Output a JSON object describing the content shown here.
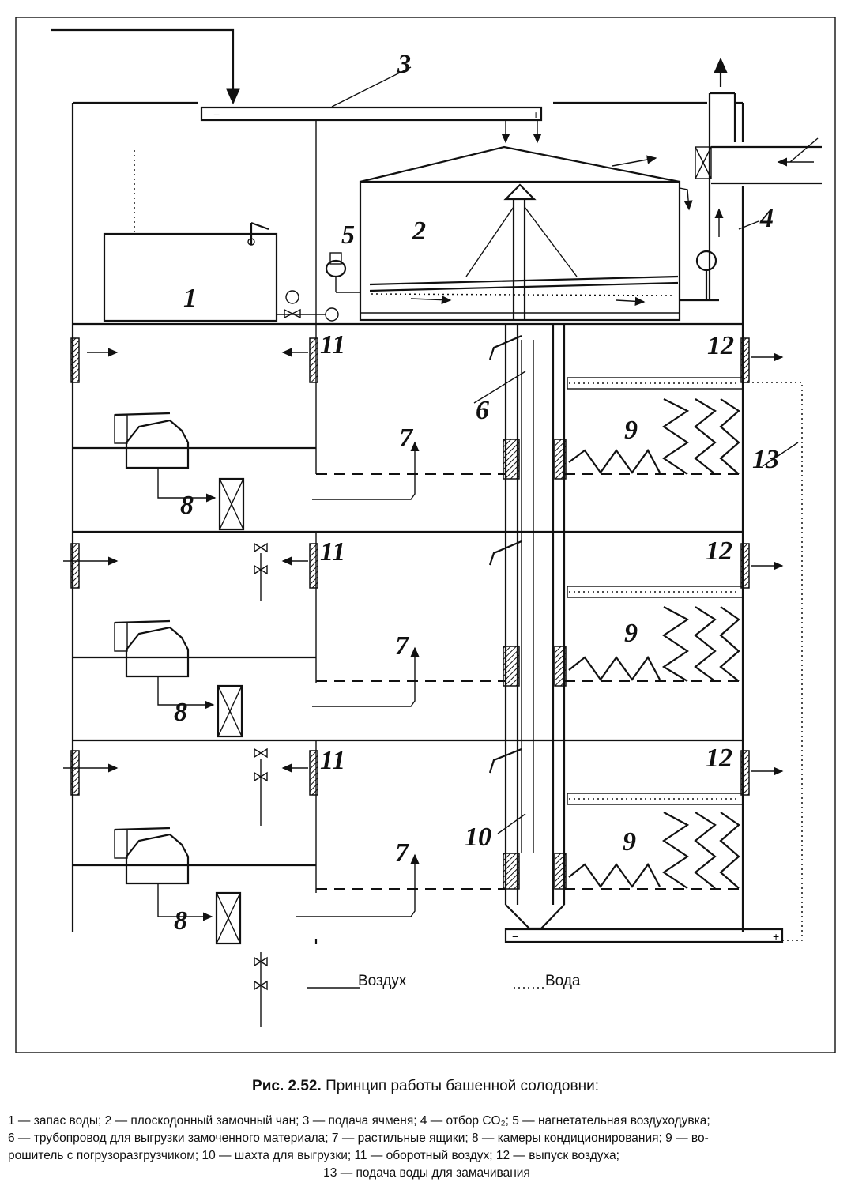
{
  "figure": {
    "numbers": [
      "1",
      "2",
      "3",
      "4",
      "5",
      "6",
      "7",
      "8",
      "9",
      "10",
      "11",
      "12",
      "13"
    ],
    "signs": {
      "minus": "−",
      "plus": "+"
    },
    "legend": {
      "air": "Воздух",
      "water": "Вода"
    }
  },
  "caption": {
    "label": "Рис. 2.52.",
    "title": "Принцип работы башенной солодовни:",
    "lines": [
      "1 — запас воды; 2 — плоскодонный замочный чан; 3 — подача ячменя; 4 — отбор CO₂; 5 — нагнетательная воздуходувка;",
      "6 — трубопровод для выгрузки замоченного материала; 7 — растильные ящики; 8 — камеры кондиционирования; 9 — во-",
      "рошитель с погрузоразгрузчиком; 10 — шахта для выгрузки; 11 — оборотный воздух; 12 — выпуск воздуха;",
      "13 — подача воды для замачивания"
    ]
  }
}
